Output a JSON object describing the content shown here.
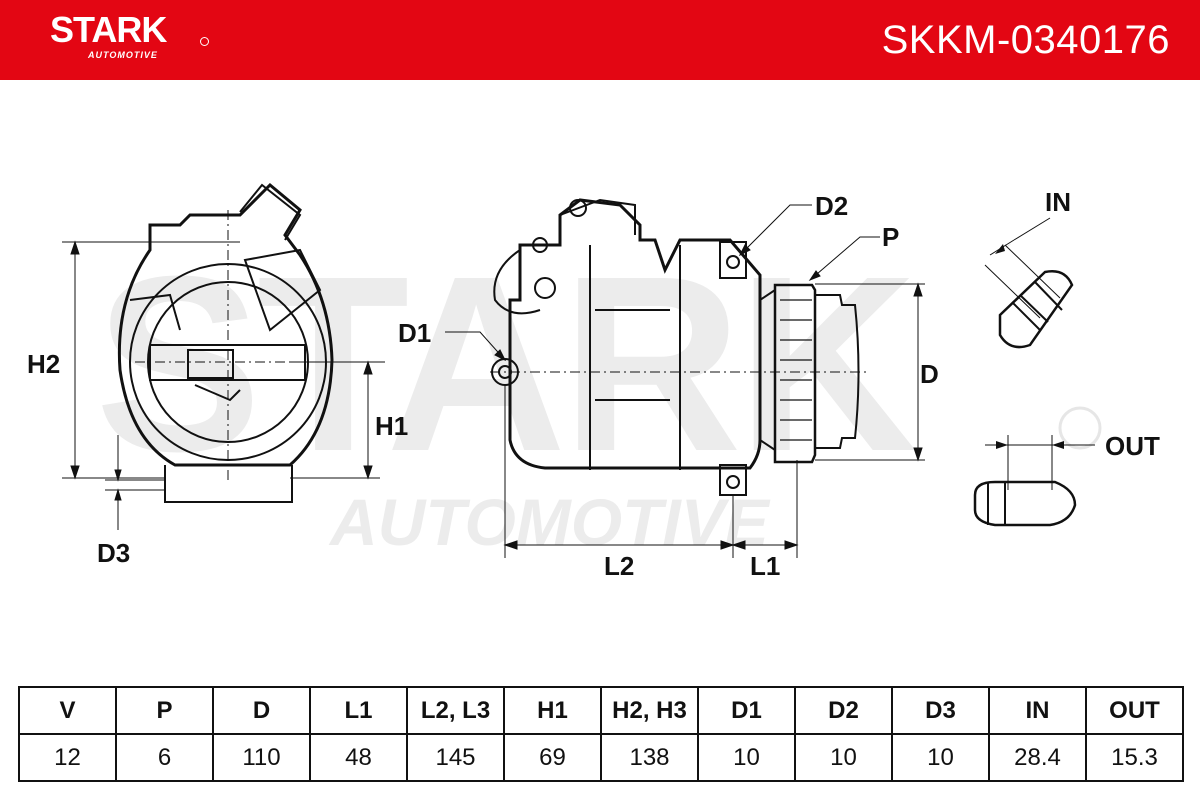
{
  "header": {
    "brand_name": "STARK",
    "brand_sub": "AUTOMOTIVE",
    "part_number": "SKKM-0340176",
    "brand_color": "#e30613"
  },
  "watermark": {
    "line1": "STARK",
    "line2": "AUTOMOTIVE"
  },
  "drawing": {
    "labels": {
      "h2": "H2",
      "h1": "H1",
      "d3": "D3",
      "d1": "D1",
      "d2": "D2",
      "p": "P",
      "d": "D",
      "l2": "L2",
      "l1": "L1",
      "in": "IN",
      "out": "OUT"
    }
  },
  "specs": {
    "headers": [
      "V",
      "P",
      "D",
      "L1",
      "L2, L3",
      "H1",
      "H2, H3",
      "D1",
      "D2",
      "D3",
      "IN",
      "OUT"
    ],
    "values": [
      "12",
      "6",
      "110",
      "48",
      "145",
      "69",
      "138",
      "10",
      "10",
      "10",
      "28.4",
      "15.3"
    ]
  }
}
